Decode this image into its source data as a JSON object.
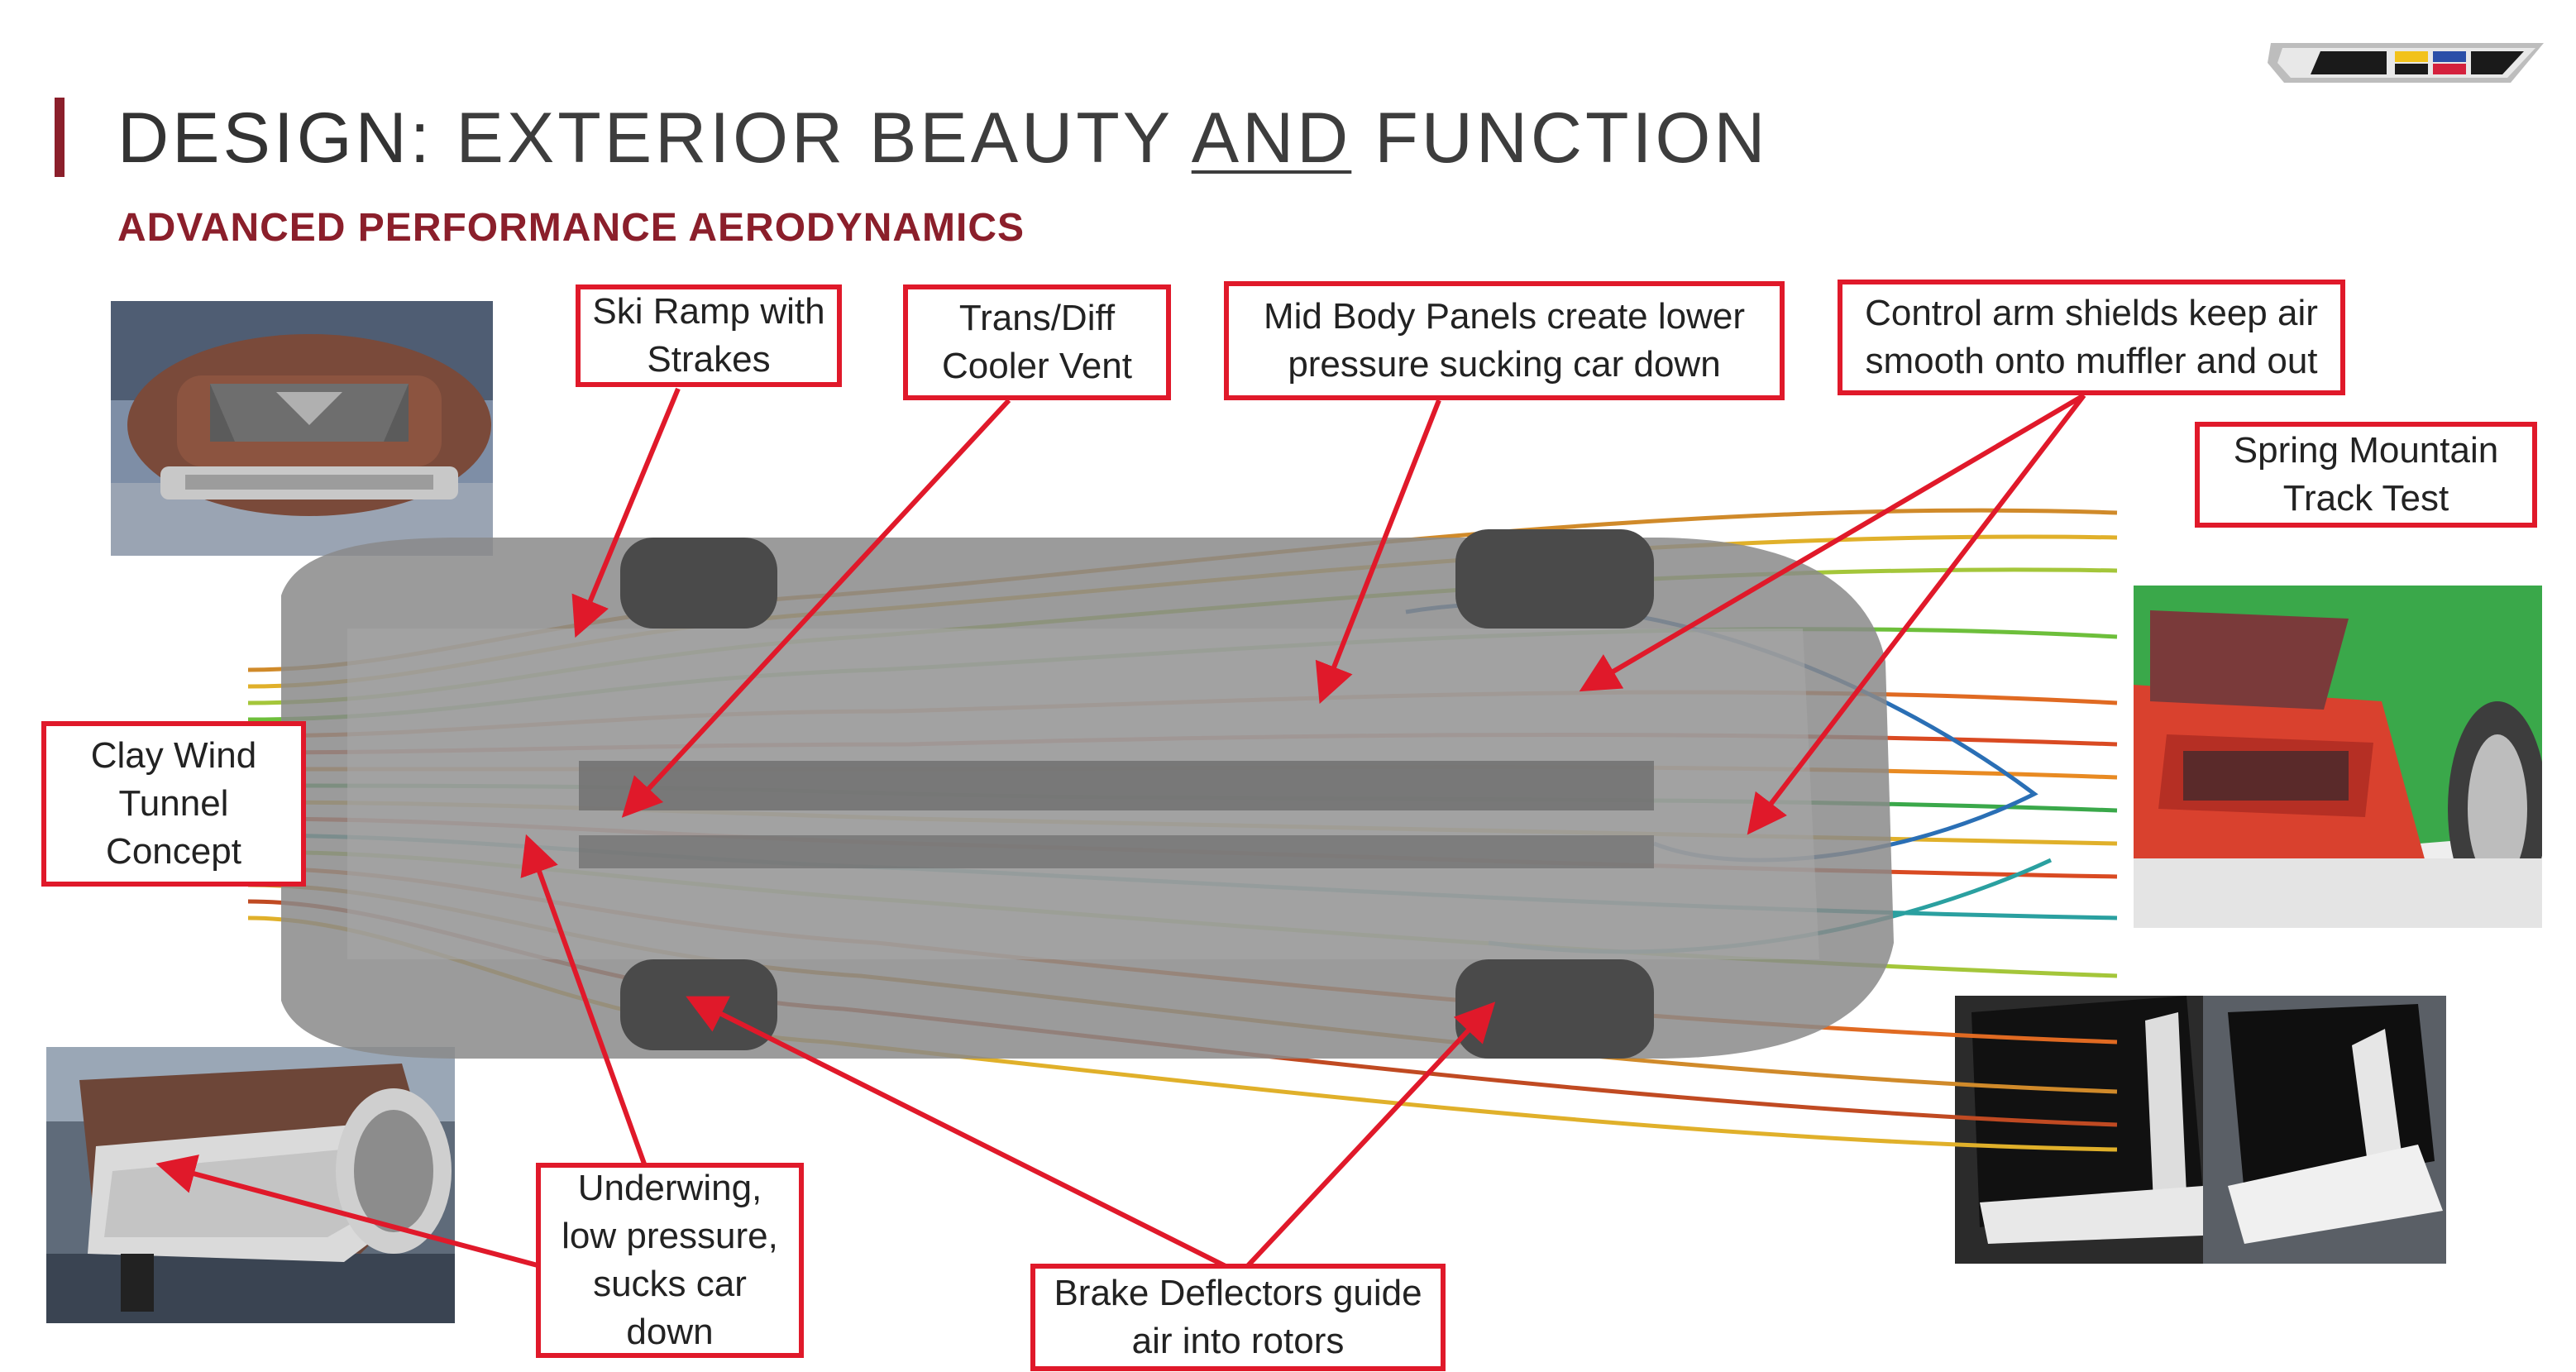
{
  "header": {
    "title_bold": "DESIGN:",
    "title_part1": " EXTERIOR BEAUTY ",
    "title_underlined": "AND",
    "title_part2": " FUNCTION",
    "subtitle": "ADVANCED PERFORMANCE AERODYNAMICS"
  },
  "logo": {
    "icon": "brand-v-logo-icon",
    "colors": [
      "#c8c8c8",
      "#1a1a1a",
      "#f2c21b",
      "#2b4fa8",
      "#d4213d"
    ]
  },
  "callouts": {
    "ski_ramp": "Ski Ramp with\nStrakes",
    "trans_diff": "Trans/Diff\nCooler Vent",
    "mid_body": "Mid Body Panels create lower\npressure sucking car down",
    "control_arm": "Control arm shields keep air\nsmooth onto muffler and out",
    "spring_mountain": "Spring Mountain\nTrack Test",
    "clay_wind": "Clay Wind\nTunnel\nConcept",
    "underwing": "Underwing,\nlow pressure,\nsucks car\ndown",
    "brake_deflectors": "Brake Deflectors guide\nair into rotors"
  },
  "colors": {
    "accent": "#8b1f2b",
    "callout_border": "#e0192a",
    "arrow": "#e0192a"
  }
}
